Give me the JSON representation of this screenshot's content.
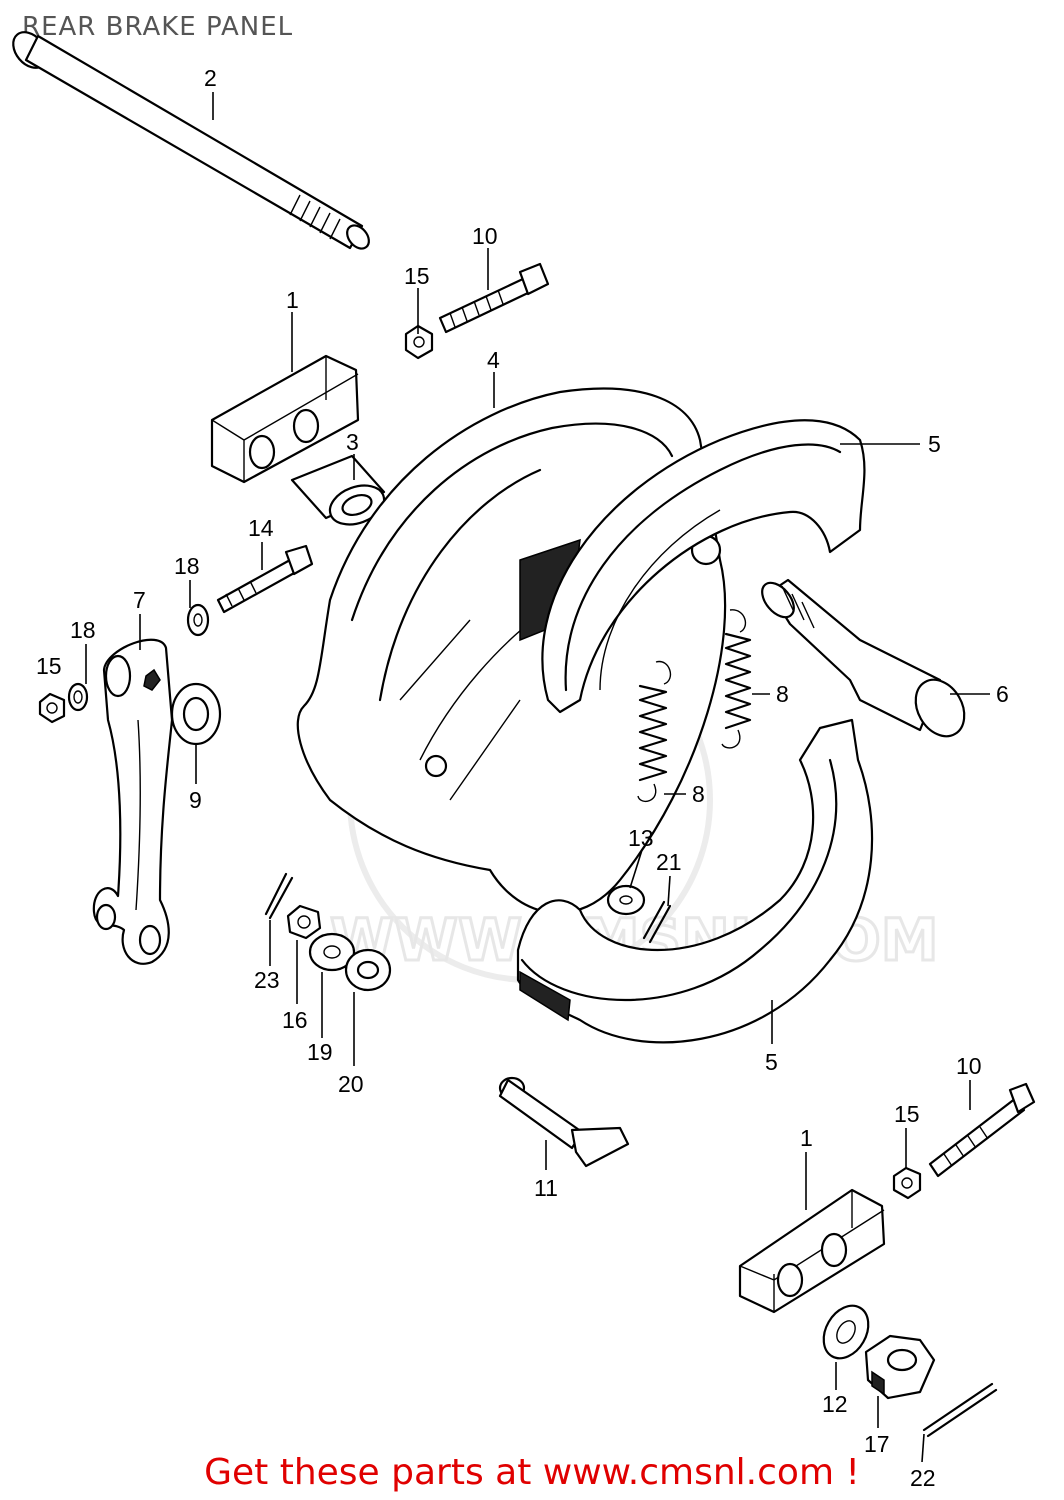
{
  "title": "REAR BRAKE PANEL",
  "footer": "Get these parts at www.cmsnl.com !",
  "watermark": "WWW.CMSNL.COM",
  "colors": {
    "footer_text": "#e00000",
    "line": "#000000",
    "title_text": "#555555"
  },
  "callouts": [
    {
      "id": "c-2",
      "label": "2"
    },
    {
      "id": "c-10a",
      "label": "10"
    },
    {
      "id": "c-15a",
      "label": "15"
    },
    {
      "id": "c-1a",
      "label": "1"
    },
    {
      "id": "c-4",
      "label": "4"
    },
    {
      "id": "c-5a",
      "label": "5"
    },
    {
      "id": "c-3",
      "label": "3"
    },
    {
      "id": "c-14",
      "label": "14"
    },
    {
      "id": "c-18a",
      "label": "18"
    },
    {
      "id": "c-7",
      "label": "7"
    },
    {
      "id": "c-18b",
      "label": "18"
    },
    {
      "id": "c-15b",
      "label": "15"
    },
    {
      "id": "c-9",
      "label": "9"
    },
    {
      "id": "c-8a",
      "label": "8"
    },
    {
      "id": "c-6",
      "label": "6"
    },
    {
      "id": "c-8b",
      "label": "8"
    },
    {
      "id": "c-13",
      "label": "13"
    },
    {
      "id": "c-21",
      "label": "21"
    },
    {
      "id": "c-23",
      "label": "23"
    },
    {
      "id": "c-16",
      "label": "16"
    },
    {
      "id": "c-19",
      "label": "19"
    },
    {
      "id": "c-20",
      "label": "20"
    },
    {
      "id": "c-5b",
      "label": "5"
    },
    {
      "id": "c-11",
      "label": "11"
    },
    {
      "id": "c-10b",
      "label": "10"
    },
    {
      "id": "c-15c",
      "label": "15"
    },
    {
      "id": "c-1b",
      "label": "1"
    },
    {
      "id": "c-12",
      "label": "12"
    },
    {
      "id": "c-17",
      "label": "17"
    },
    {
      "id": "c-22",
      "label": "22"
    }
  ]
}
